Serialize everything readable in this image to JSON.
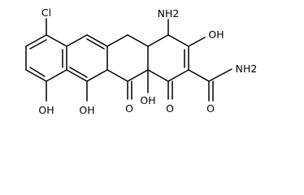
{
  "diagram": {
    "labels": {
      "chloro": "Cl",
      "amino": "NH2",
      "hydroxyl_ring_d_upper": "OH",
      "amide_amine": "NH2",
      "amide_oxygen": "O",
      "ketone_ring_a": "O",
      "hydroxyl_ring_junction": "OH",
      "ketone_ring_b": "O",
      "hydroxyl_ring_c": "OH",
      "hydroxyl_ring_d_lower": "OH"
    }
  }
}
